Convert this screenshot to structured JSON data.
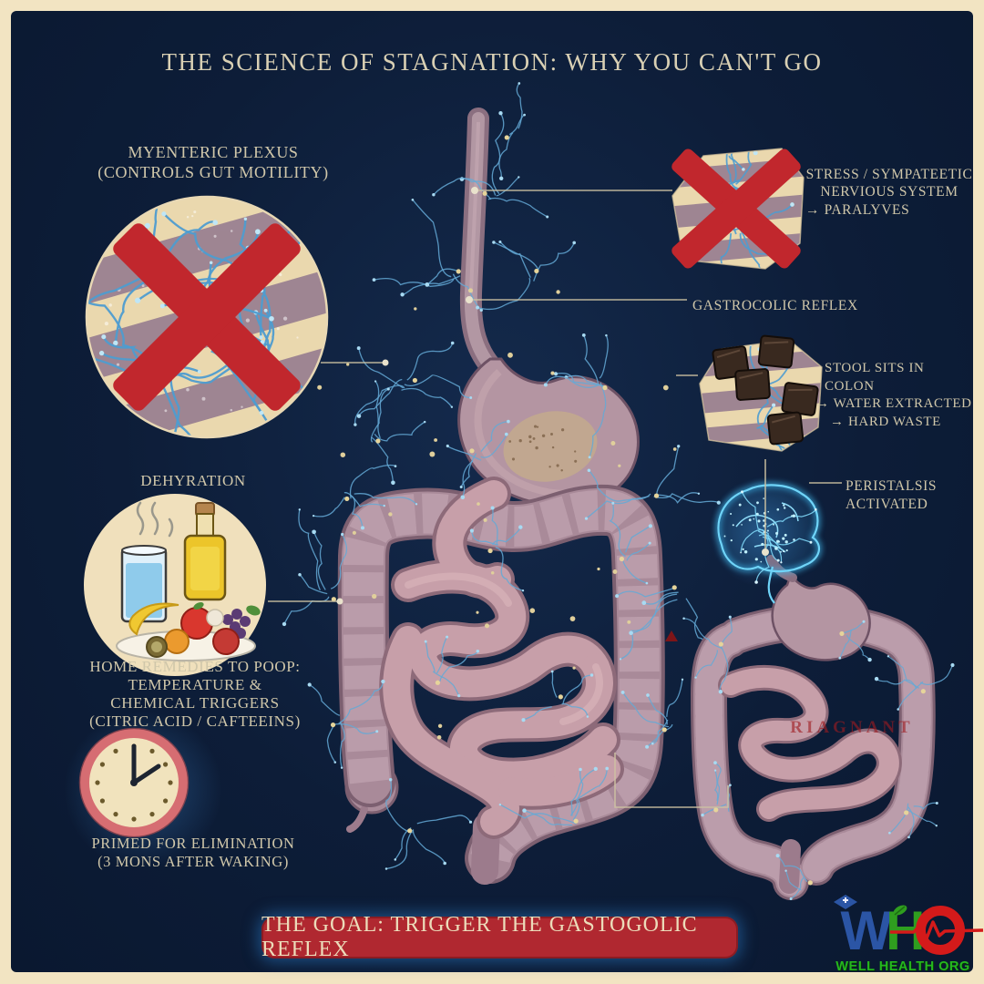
{
  "title": "THE SCIENCE OF STAGNATION: WHY YOU CAN'T GO",
  "labels": {
    "myenteric": {
      "line1": "MYENTERIC PLEXUS",
      "line2": "(CONTROLS GUT MOTILITY)"
    },
    "stress": {
      "line1": "STRESS / SYMPATEETIC",
      "line2": "NERVIOUS SYSTEM",
      "line3": "→ PARALYVES"
    },
    "gastrocolic": "GASTROCOLIC REFLEX",
    "stool": {
      "line1": "STOOL SITS IN COLON",
      "line2": "→ WATER EXTRACTED",
      "line3": "→ HARD WASTE"
    },
    "peristalsis": {
      "line1": "PERISTALSIS",
      "line2": "ACTIVATED"
    },
    "dehydration": "DEHYRATION",
    "remedies": {
      "line1": "HOME REMEDIES TO POOP:",
      "line2": "TEMPERATURE &",
      "line3": "CHEMICAL TRIGGERS",
      "line4": "(CITRIC ACID / CAFTEEINS)"
    },
    "primed": {
      "line1": "PRIMED FOR ELIMINATION",
      "line2": "(3 MONS AFTER WAKING)"
    },
    "stagnant_overlay": "RIAGNANT"
  },
  "banner": {
    "text": "THE GOAL: TRIGGER THE GASTOGOLIC REFLEX"
  },
  "logo": {
    "w": "W",
    "h": "H",
    "o": "O",
    "tagline": "WELL HEALTH ORG"
  },
  "colors": {
    "background": "#0d1d38",
    "frame": "#f2e4c2",
    "text": "#d0c7aa",
    "red": "#c1272d",
    "banner_red": "#b02830",
    "nerve_blue": "#5fa8d8",
    "glow_blue": "#2e7ab8",
    "tissue_cream": "#ead8ae",
    "tissue_mauve": "#9a8191",
    "organ_mauve": "#a98a99",
    "intestine_pink": "#c79fa9",
    "logo_blue": "#2b55a5",
    "logo_green": "#2f9e1f",
    "logo_red": "#d41a1a",
    "tagline_green": "#25b81e"
  }
}
